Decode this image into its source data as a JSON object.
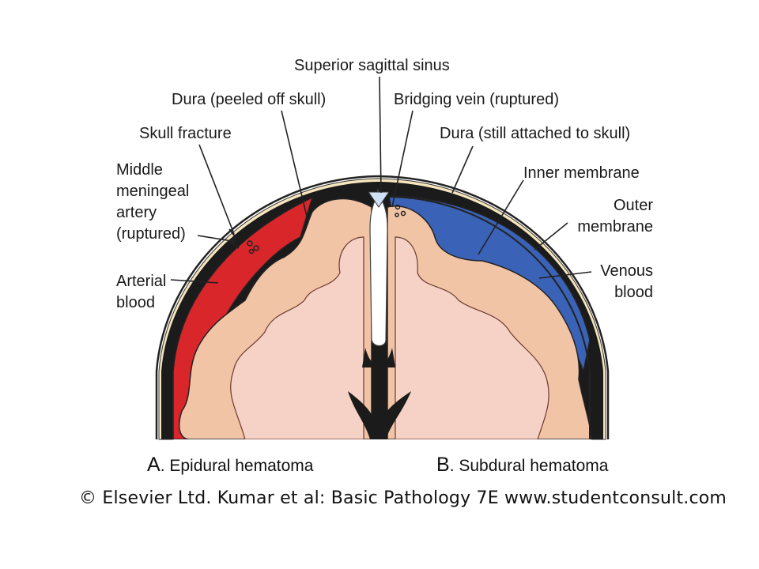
{
  "labels": {
    "superior_sagittal_sinus": "Superior sagittal sinus",
    "dura_peeled": "Dura (peeled off skull)",
    "bridging_vein": "Bridging vein (ruptured)",
    "skull_fracture": "Skull fracture",
    "dura_attached": "Dura (still attached to skull)",
    "middle_meningeal_artery": [
      "Middle",
      "meningeal",
      "artery",
      "(ruptured)"
    ],
    "inner_membrane": "Inner membrane",
    "outer_membrane": [
      "Outer",
      "membrane"
    ],
    "arterial_blood": [
      "Arterial",
      "blood"
    ],
    "venous_blood": [
      "Venous",
      "blood"
    ]
  },
  "captions": {
    "a_letter": "A",
    "a_text": ". Epidural hematoma",
    "b_letter": "B",
    "b_text": ". Subdural hematoma"
  },
  "copyright": "© Elsevier Ltd. Kumar et al: Basic Pathology 7E www.studentconsult.com",
  "colors": {
    "arterial_blood": "#d8262b",
    "venous_blood": "#3a62b6",
    "brain_tissue": "#f2c4a6",
    "white_matter": "#f5d2c5",
    "skull": "#f6e6bd",
    "ventricle": "#1b1b1b"
  }
}
